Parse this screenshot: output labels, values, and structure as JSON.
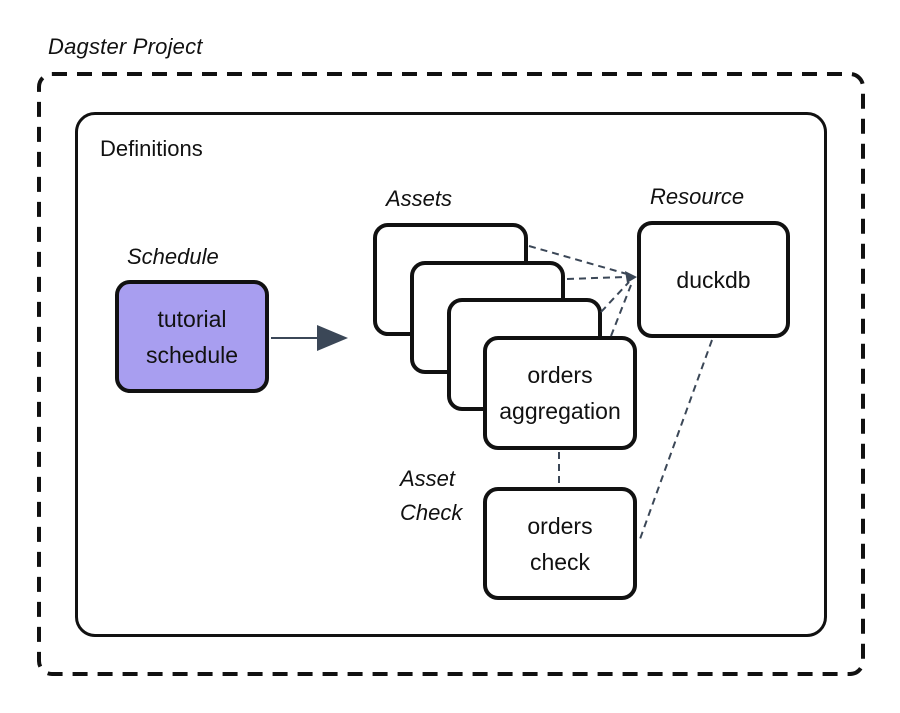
{
  "title": "Dagster Project",
  "definitions": {
    "label": "Definitions"
  },
  "schedule": {
    "label": "Schedule",
    "box_label": "tutorial schedule"
  },
  "assets": {
    "label": "Assets",
    "front_card_label": "orders aggregation",
    "card_count": 4
  },
  "resource": {
    "label": "Resource",
    "box_label": "duckdb"
  },
  "asset_check": {
    "label": "Asset Check",
    "box_label": "orders check"
  },
  "colors": {
    "outline": "#111111",
    "connector": "#3b4757",
    "schedule_fill": "#a89ef0",
    "card_fill": "#ffffff",
    "canvas_bg": "#ffffff"
  }
}
